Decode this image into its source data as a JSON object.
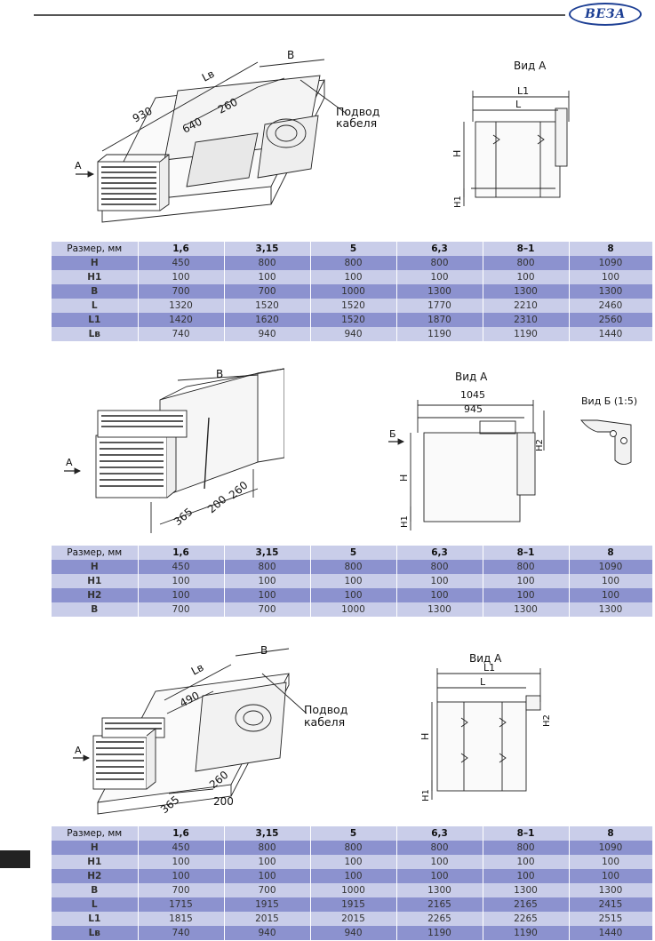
{
  "header": {
    "logo_text": "ВЕЗА"
  },
  "section1": {
    "dims": {
      "d930": "930",
      "d640": "640",
      "d260": "260",
      "b": "B",
      "lb": "Lв",
      "a": "A"
    },
    "callout": {
      "line1": "Подвод",
      "line2": "кабеля"
    },
    "view_a": {
      "title": "Вид А",
      "l1": "L1",
      "l": "L",
      "h": "H",
      "h1": "H1"
    },
    "table": {
      "headers": [
        "Размер, мм",
        "1,6",
        "3,15",
        "5",
        "6,3",
        "8–1",
        "8"
      ],
      "rows": [
        {
          "label": "H",
          "values": [
            "450",
            "800",
            "800",
            "800",
            "800",
            "1090"
          ]
        },
        {
          "label": "H1",
          "values": [
            "100",
            "100",
            "100",
            "100",
            "100",
            "100"
          ]
        },
        {
          "label": "B",
          "values": [
            "700",
            "700",
            "1000",
            "1300",
            "1300",
            "1300"
          ]
        },
        {
          "label": "L",
          "values": [
            "1320",
            "1520",
            "1520",
            "1770",
            "2210",
            "2460"
          ]
        },
        {
          "label": "L1",
          "values": [
            "1420",
            "1620",
            "1520",
            "1870",
            "2310",
            "2560"
          ]
        },
        {
          "label": "Lв",
          "values": [
            "740",
            "940",
            "940",
            "1190",
            "1190",
            "1440"
          ]
        }
      ]
    }
  },
  "section2": {
    "dims": {
      "d365": "365",
      "d200": "200",
      "d260": "260",
      "b": "B",
      "a": "A"
    },
    "view_a": {
      "title": "Вид А",
      "d1045": "1045",
      "d945": "945",
      "b_arrow": "Б",
      "h": "H",
      "h1": "H1",
      "h2": "H2"
    },
    "view_b": {
      "title": "Вид Б (1:5)"
    },
    "table": {
      "headers": [
        "Размер, мм",
        "1,6",
        "3,15",
        "5",
        "6,3",
        "8–1",
        "8"
      ],
      "rows": [
        {
          "label": "H",
          "values": [
            "450",
            "800",
            "800",
            "800",
            "800",
            "1090"
          ]
        },
        {
          "label": "H1",
          "values": [
            "100",
            "100",
            "100",
            "100",
            "100",
            "100"
          ]
        },
        {
          "label": "H2",
          "values": [
            "100",
            "100",
            "100",
            "100",
            "100",
            "100"
          ]
        },
        {
          "label": "B",
          "values": [
            "700",
            "700",
            "1000",
            "1300",
            "1300",
            "1300"
          ]
        }
      ]
    }
  },
  "section3": {
    "dims": {
      "d490": "490",
      "d365": "365",
      "d260": "260",
      "d200": "200",
      "b": "B",
      "lb": "Lв",
      "a": "A"
    },
    "callout": {
      "line1": "Подвод",
      "line2": "кабеля"
    },
    "view_a": {
      "title": "Вид А",
      "l1": "L1",
      "l": "L",
      "h": "H",
      "h1": "H1",
      "h2": "H2"
    },
    "table": {
      "headers": [
        "Размер, мм",
        "1,6",
        "3,15",
        "5",
        "6,3",
        "8–1",
        "8"
      ],
      "rows": [
        {
          "label": "H",
          "values": [
            "450",
            "800",
            "800",
            "800",
            "800",
            "1090"
          ]
        },
        {
          "label": "H1",
          "values": [
            "100",
            "100",
            "100",
            "100",
            "100",
            "100"
          ]
        },
        {
          "label": "H2",
          "values": [
            "100",
            "100",
            "100",
            "100",
            "100",
            "100"
          ]
        },
        {
          "label": "B",
          "values": [
            "700",
            "700",
            "1000",
            "1300",
            "1300",
            "1300"
          ]
        },
        {
          "label": "L",
          "values": [
            "1715",
            "1915",
            "1915",
            "2165",
            "2165",
            "2415"
          ]
        },
        {
          "label": "L1",
          "values": [
            "1815",
            "2015",
            "2015",
            "2265",
            "2265",
            "2515"
          ]
        },
        {
          "label": "Lв",
          "values": [
            "740",
            "940",
            "940",
            "1190",
            "1190",
            "1440"
          ]
        }
      ]
    }
  }
}
